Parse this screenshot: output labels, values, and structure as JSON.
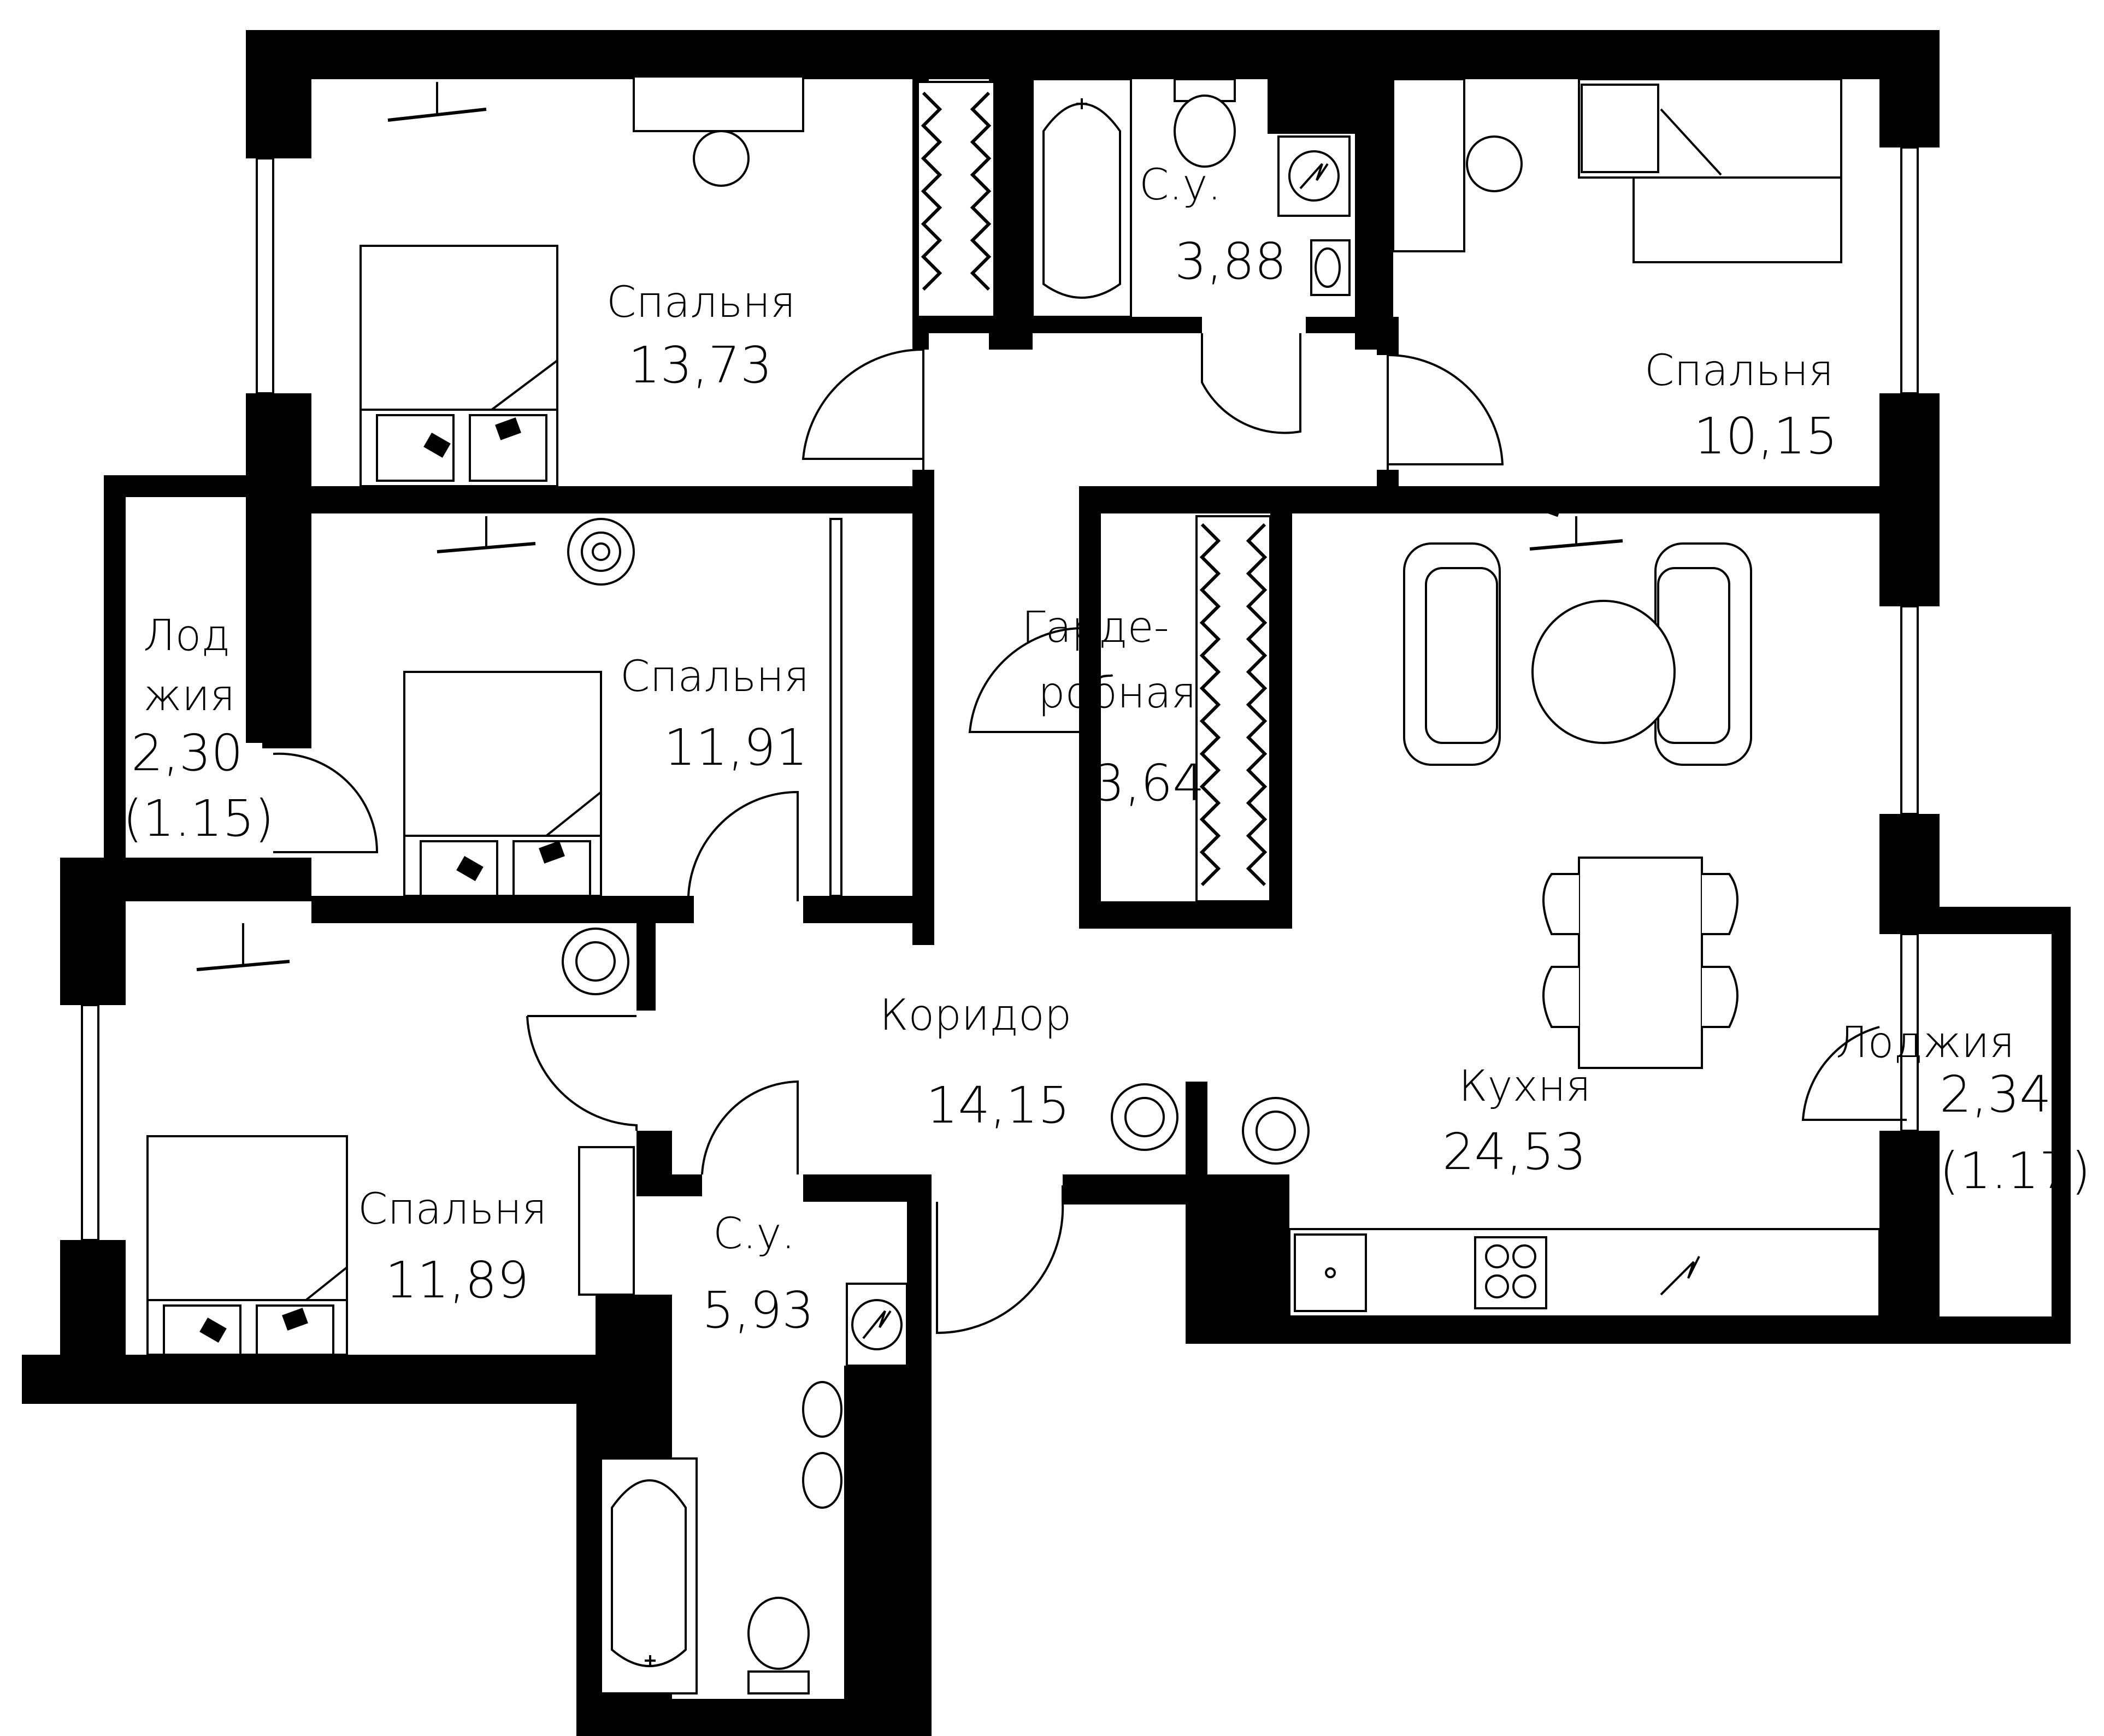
{
  "rooms": {
    "bedroom_top_left": {
      "name": "Спальня",
      "area": "13,73"
    },
    "bathroom_top": {
      "name": "С.у.",
      "area": "3,88"
    },
    "bedroom_top_right": {
      "name": "Спальня",
      "area": "10,15"
    },
    "loggia_left": {
      "name_line1": "Лод",
      "name_line2": "жия",
      "area": "2,30",
      "area_note": "(1.15)"
    },
    "bedroom_middle": {
      "name": "Спальня",
      "area": "11,91"
    },
    "wardrobe": {
      "name_line1": "Гарде-",
      "name_line2": "робная",
      "area": "3,64"
    },
    "corridor": {
      "name": "Коридор",
      "area": "14,15"
    },
    "kitchen": {
      "name": "Кухня",
      "area": "24,53"
    },
    "loggia_right": {
      "name": "Лоджия",
      "area": "2,34",
      "area_note": "(1.17)"
    },
    "bedroom_bottom_left": {
      "name": "Спальня",
      "area": "11,89"
    },
    "bathroom_bottom": {
      "name": "С.у.",
      "area": "5,93"
    }
  },
  "colors": {
    "wall": "#000000",
    "background": "#ffffff"
  },
  "icons": [
    "bed-icon",
    "bathtub-icon",
    "toilet-icon",
    "sink-icon",
    "boiler-icon",
    "sofa-icon",
    "table-icon",
    "chair-icon",
    "plant-icon",
    "stove-icon",
    "wardrobe-rack-icon",
    "desk-icon",
    "lamp-icon"
  ]
}
